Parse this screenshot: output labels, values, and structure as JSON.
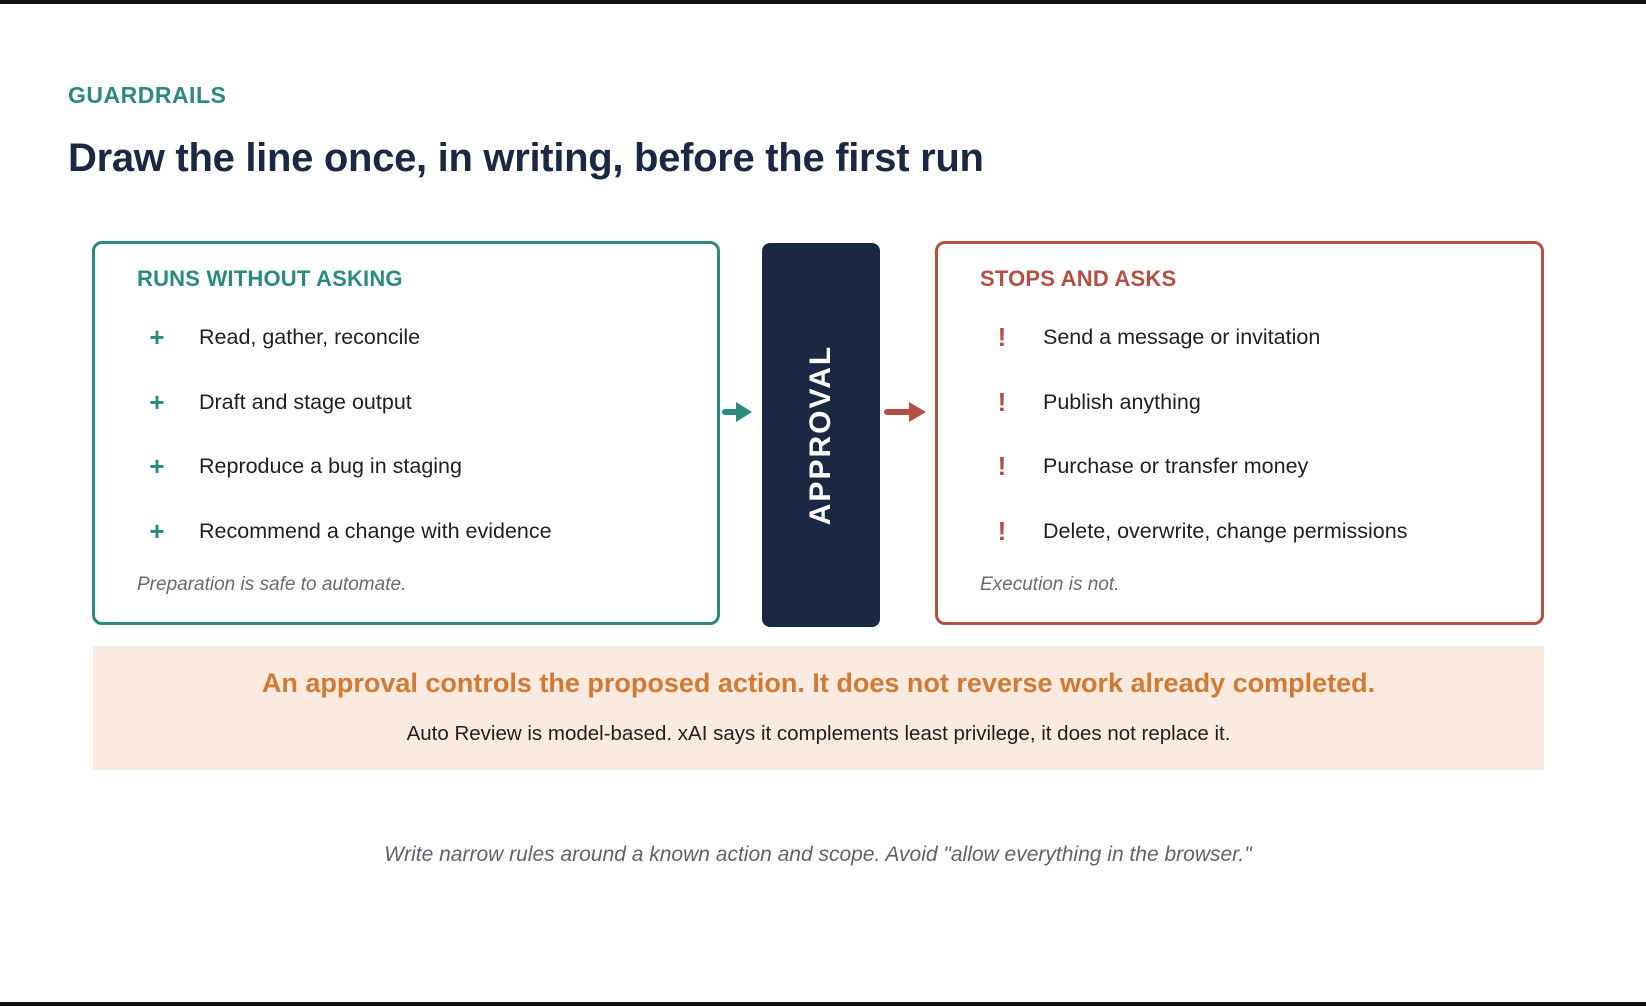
{
  "eyebrow": "GUARDRAILS",
  "title": "Draw the line once, in writing, before the first run",
  "left_panel": {
    "heading": "RUNS WITHOUT ASKING",
    "marker": "+",
    "items": [
      "Read, gather, reconcile",
      "Draft and stage output",
      "Reproduce a bug in staging",
      "Recommend a change with evidence"
    ],
    "note": "Preparation is safe to automate."
  },
  "gate": {
    "label": "APPROVAL"
  },
  "right_panel": {
    "heading": "STOPS AND ASKS",
    "marker": "!",
    "items": [
      "Send a message or invitation",
      "Publish anything",
      "Purchase or transfer money",
      "Delete, overwrite, change permissions"
    ],
    "note": "Execution is not."
  },
  "callout": {
    "headline": "An approval controls the proposed action. It does not reverse work already completed.",
    "sub": "Auto Review is model-based. xAI says it complements least privilege, it does not replace it."
  },
  "footnote": "Write narrow rules around a known action and scope. Avoid \"allow everything in the browser.\"",
  "colors": {
    "teal": "#2a8a7e",
    "red": "#b44f45",
    "navy": "#1b2844",
    "orange": "#d17a33",
    "callout_bg": "#fbeadf"
  },
  "icons": {
    "left_arrow": "arrow-right-icon",
    "right_arrow": "arrow-right-icon"
  }
}
